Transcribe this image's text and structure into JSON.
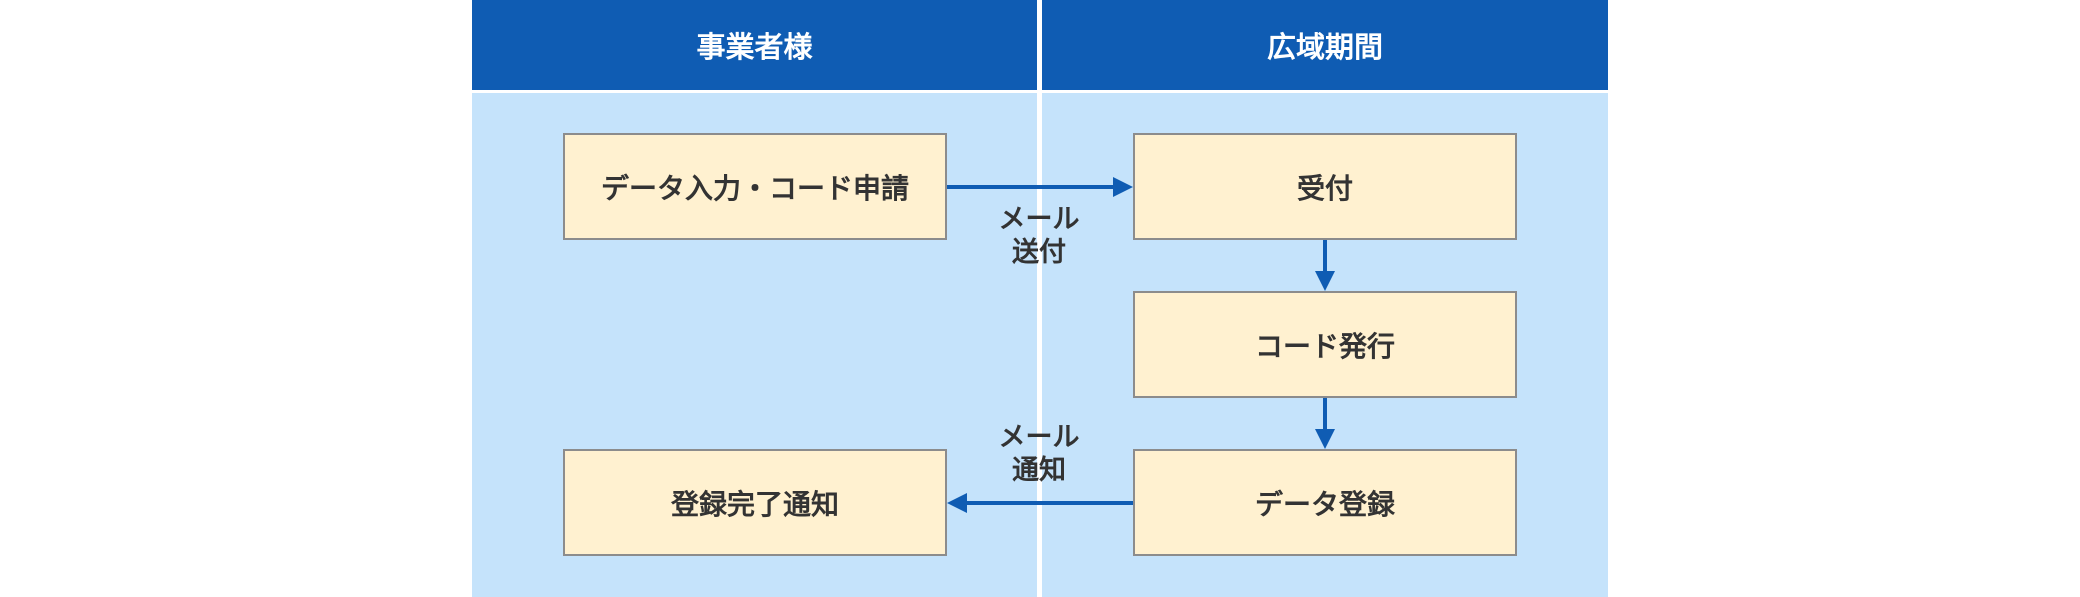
{
  "lanes": {
    "left": "事業者様",
    "right": "広域期間"
  },
  "nodes": {
    "data_input": "データ入力・コード申請",
    "completion_notice": "登録完了通知",
    "reception": "受付",
    "code_issue": "コード発行",
    "data_registration": "データ登録"
  },
  "edges": {
    "send": {
      "line1": "メール",
      "line2": "送付"
    },
    "notify": {
      "line1": "メール",
      "line2": "通知"
    }
  },
  "colors": {
    "header": "#0f5cb3",
    "lane": "#c5e3fb",
    "box": "#fff1d0",
    "arrow": "#0f5cb3"
  }
}
